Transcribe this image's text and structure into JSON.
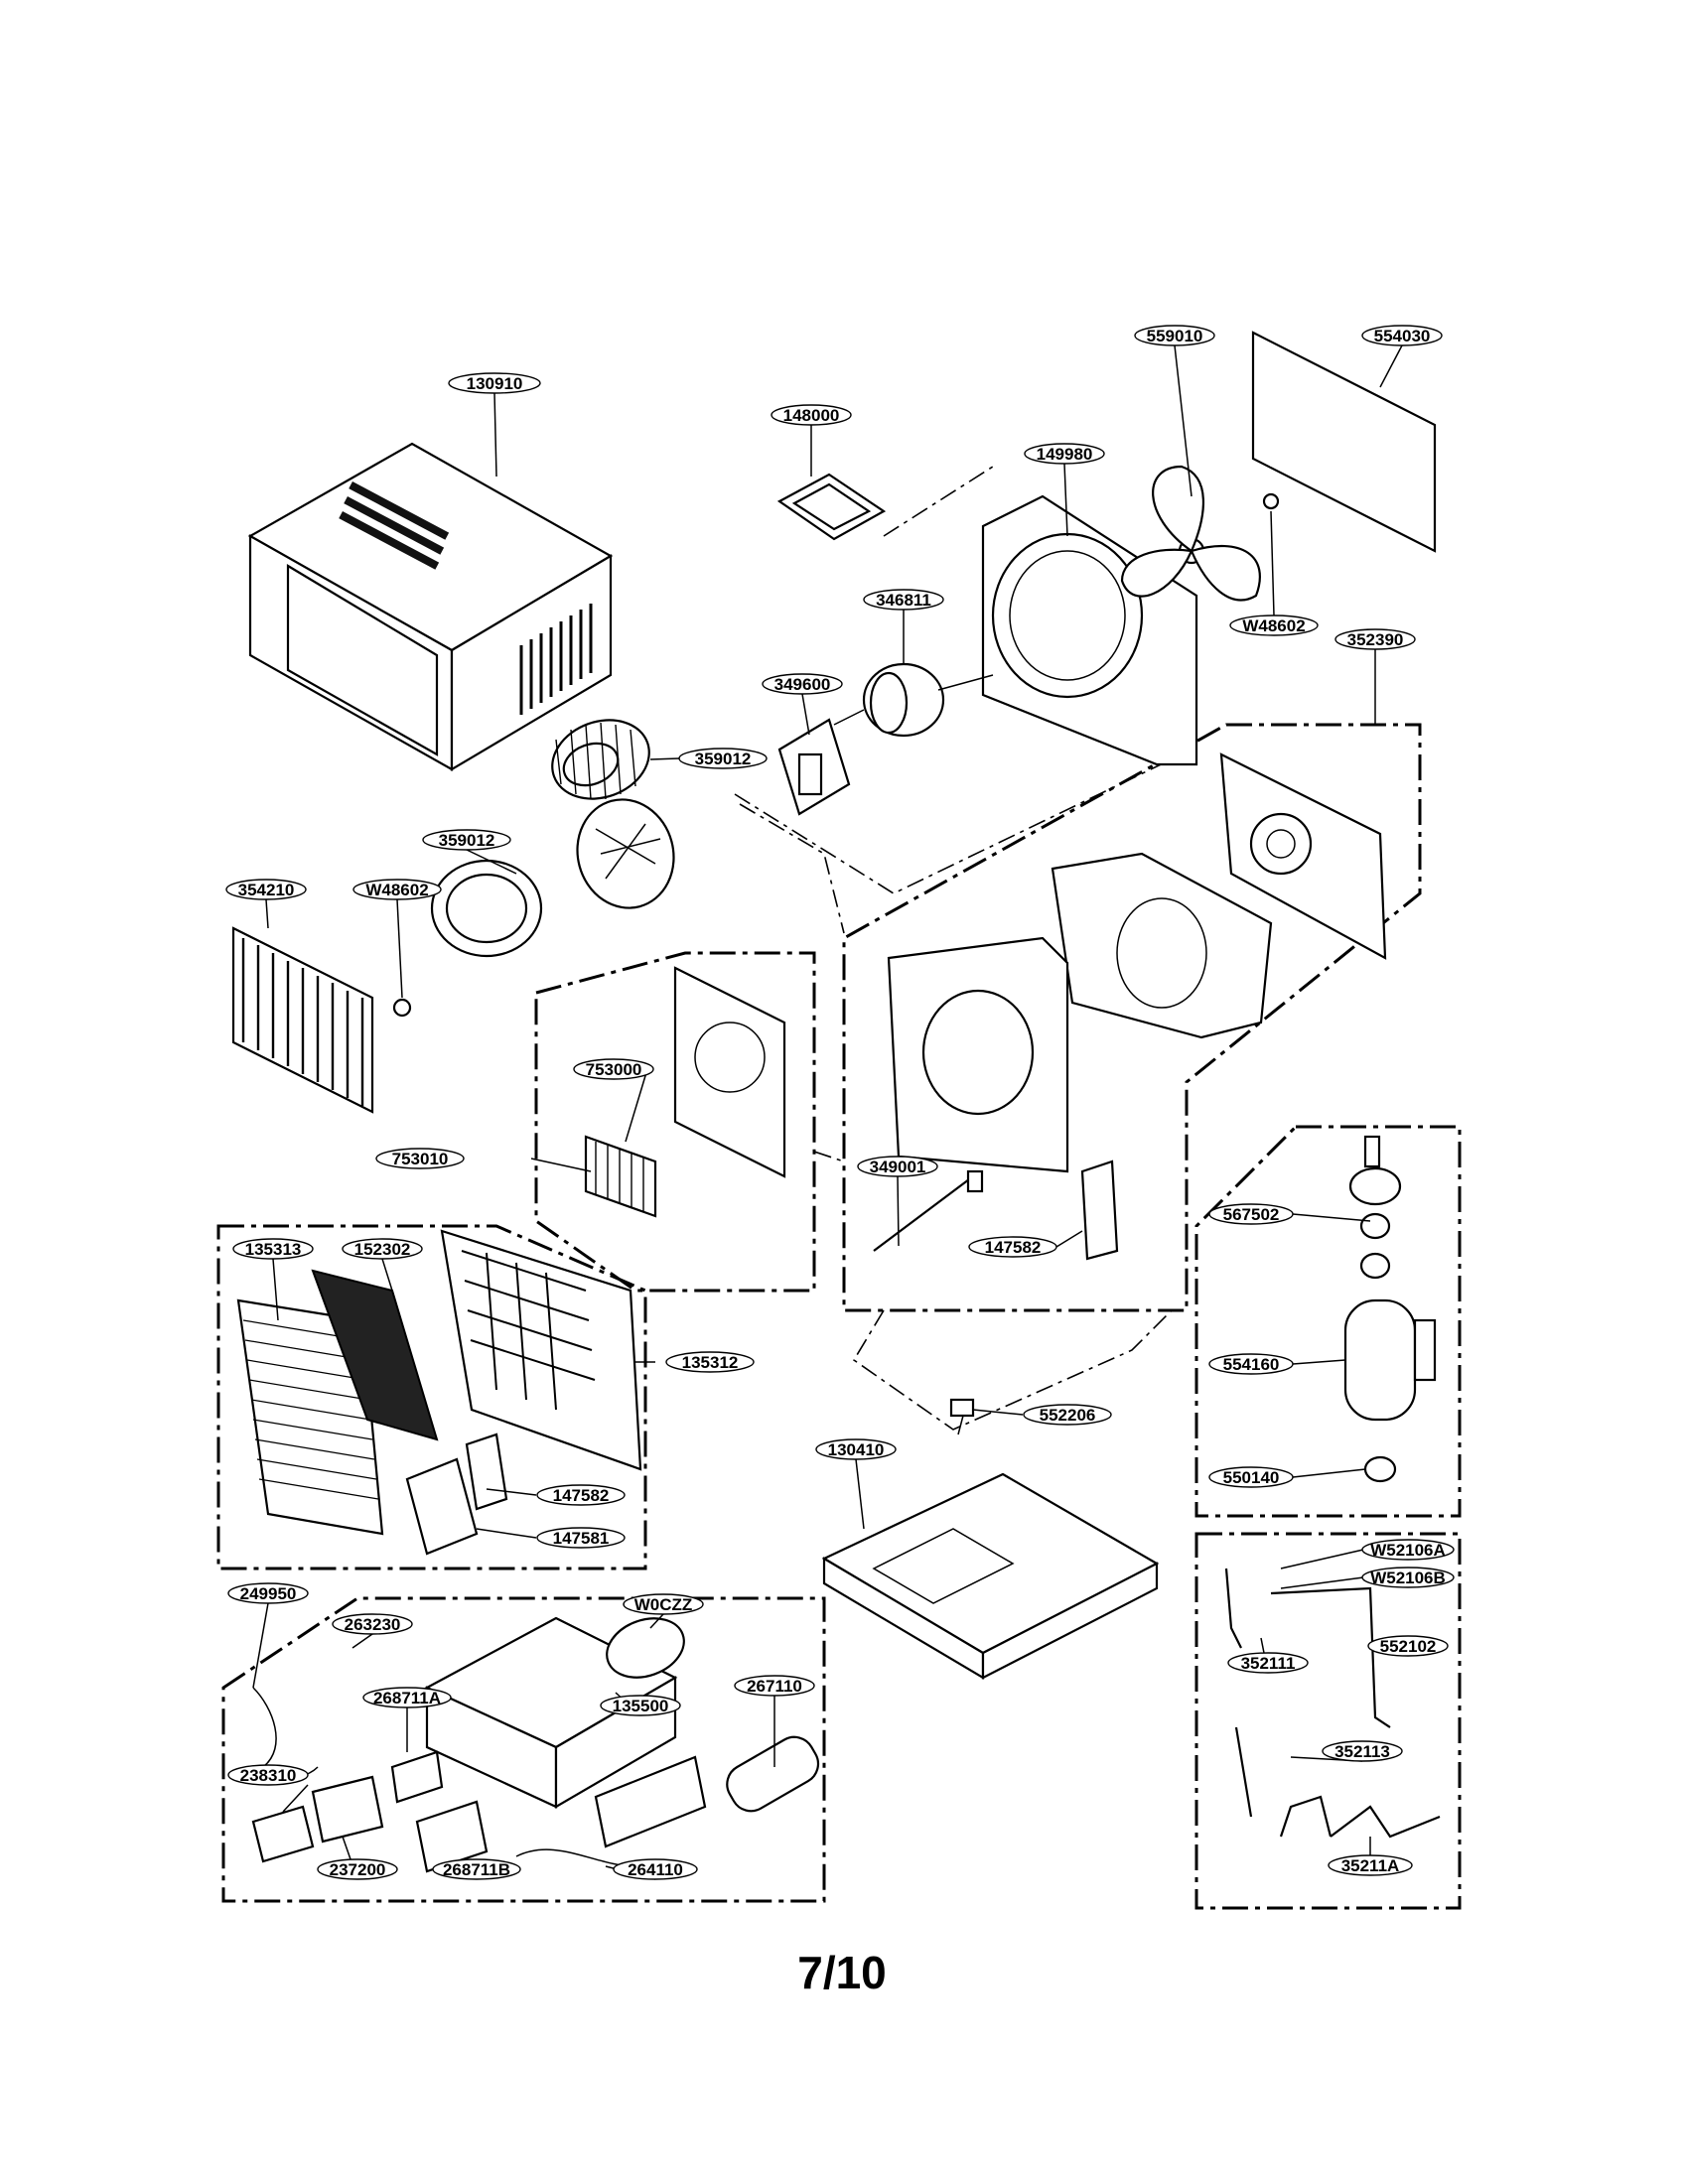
{
  "page_number": "7/10",
  "part_labels": [
    "130910",
    "148000",
    "149980",
    "559010",
    "554030",
    "346811",
    "W48602",
    "352390",
    "349600",
    "359012",
    "359012",
    "354210",
    "W48602",
    "753000",
    "753010",
    "349001",
    "147582",
    "567502",
    "135313",
    "152302",
    "135312",
    "554160",
    "552206",
    "130410",
    "147582",
    "147581",
    "550140",
    "W52106A",
    "W52106B",
    "249950",
    "263230",
    "W0CZZ",
    "552102",
    "268711A",
    "352111",
    "135500",
    "267110",
    "238310",
    "352113",
    "237200",
    "268711B",
    "264110",
    "35211A"
  ]
}
